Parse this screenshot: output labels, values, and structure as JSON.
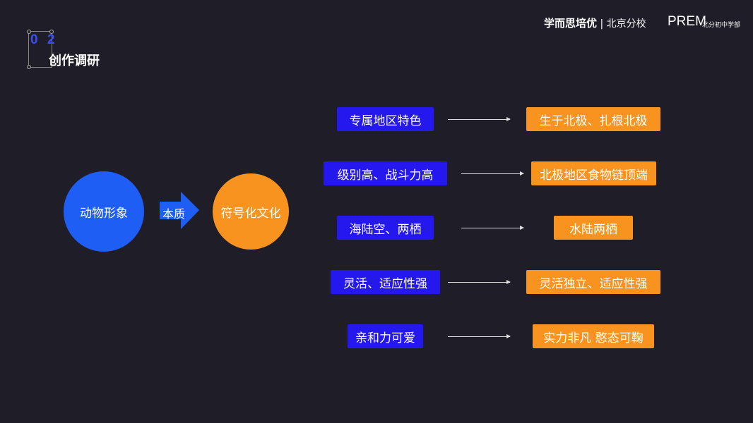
{
  "header": {
    "section_number": "0 2",
    "section_title": "创作调研",
    "logo_brand": "学而思培优",
    "logo_branch": "北京分校",
    "logo_prem": "PREM",
    "logo_prem_sub": "北分初中学部"
  },
  "diagram": {
    "left_node": "动物形象",
    "connector": "本质",
    "center_node": "符号化文化",
    "rows": [
      {
        "trait": "专属地区特色",
        "meaning": "生于北极、扎根北极"
      },
      {
        "trait": "级别高、战斗力高",
        "meaning": "北极地区食物链顶端"
      },
      {
        "trait": "海陆空、两栖",
        "meaning": "水陆两栖"
      },
      {
        "trait": "灵活、适应性强",
        "meaning": "灵活独立、适应性强"
      },
      {
        "trait": "亲和力可爱",
        "meaning": "实力非凡 憨态可鞠"
      }
    ]
  },
  "colors": {
    "blue": "#2418ee",
    "orange": "#f7931e",
    "circle_blue": "#1f5ef5"
  }
}
